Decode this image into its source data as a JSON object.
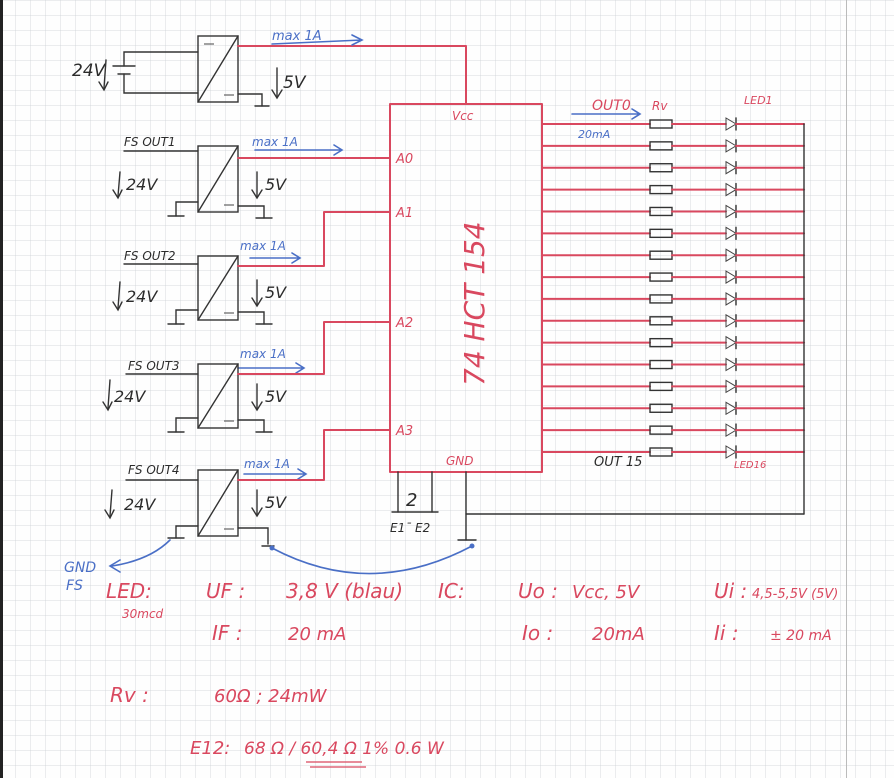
{
  "supply": {
    "vin": "24V",
    "vout": "5V",
    "current": "max 1A"
  },
  "fs_channels": [
    {
      "label": "FS OUT1",
      "vin": "24V",
      "vout": "5V",
      "current": "max 1A",
      "pin": "A0"
    },
    {
      "label": "FS OUT2",
      "vin": "24V",
      "vout": "5V",
      "current": "max 1A",
      "pin": "A1"
    },
    {
      "label": "FS OUT3",
      "vin": "24V",
      "vout": "5V",
      "current": "max 1A",
      "pin": "A2"
    },
    {
      "label": "FS OUT4",
      "vin": "24V",
      "vout": "5V",
      "current": "max 1A",
      "pin": "A3"
    }
  ],
  "ic": {
    "name": "74 HCT 154",
    "vcc": "Vcc",
    "gnd": "GND",
    "enable_box": "2",
    "enable_label": "E1¯ E2"
  },
  "outputs": {
    "first": "OUT0",
    "last": "OUT 15",
    "resistor": "Rv",
    "current": "20mA",
    "led_first": "LED1",
    "led_last": "LED16",
    "count": 16
  },
  "gnd_note": {
    "line1": "GND",
    "line2": "FS"
  },
  "notes": {
    "led_title": "LED:",
    "led_sub": "30mcd",
    "uf_label": "UF :",
    "uf_value": "3,8 V (blau)",
    "if_label": "IF :",
    "if_value": "20 mA",
    "ic_title": "IC:",
    "uo_label": "Uo :",
    "uo_value": "Vcc, 5V",
    "io_label": "Io :",
    "io_value": "20mA",
    "ui_label": "Ui :",
    "ui_value": "4,5-5,5V (5V)",
    "ii_label": "Ii :",
    "ii_value": "± 20 mA",
    "rv_label": "Rv :",
    "rv_value": "60Ω ; 24mW",
    "e12_label": "E12:",
    "e12_value": "68 Ω / 60,4 Ω  1%  0.6 W"
  }
}
